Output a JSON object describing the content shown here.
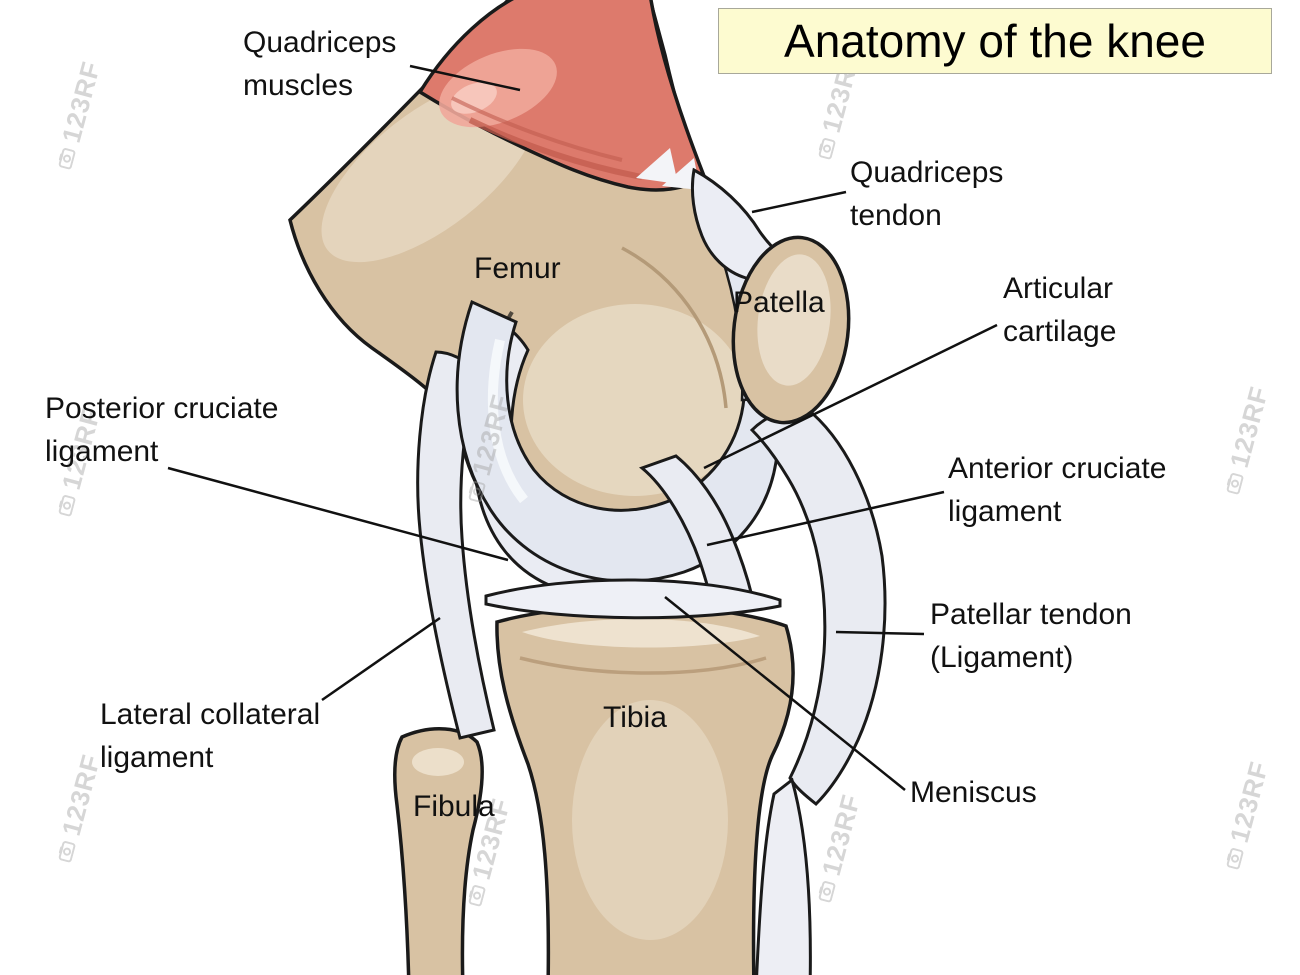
{
  "title": "Anatomy of the knee",
  "watermark": "123RF",
  "labels": {
    "quadriceps_muscles": "Quadriceps muscles",
    "quadriceps_tendon": "Quadriceps tendon",
    "femur": "Femur",
    "patella": "Patella",
    "articular_cartilage": "Articular cartilage",
    "posterior_cruciate_ligament": "Posterior cruciate ligament",
    "anterior_cruciate_ligament": "Anterior cruciate ligament",
    "patellar_tendon": "Patellar tendon (Ligament)",
    "lateral_collateral_ligament": "Lateral collateral ligament",
    "tibia": "Tibia",
    "fibula": "Fibula",
    "meniscus": "Meniscus"
  },
  "colors": {
    "background": "#ffffff",
    "bone": "#d8c2a3",
    "bone_highlight": "#ecdfca",
    "muscle": "#dd7a6c",
    "ligament": "#e9ebf2",
    "cartilage": "#e3e7f0",
    "outline": "#1a1a1a",
    "title_background": "#fdfbd0",
    "label_text": "#111111",
    "watermark_gray": "#9f9f9f"
  }
}
